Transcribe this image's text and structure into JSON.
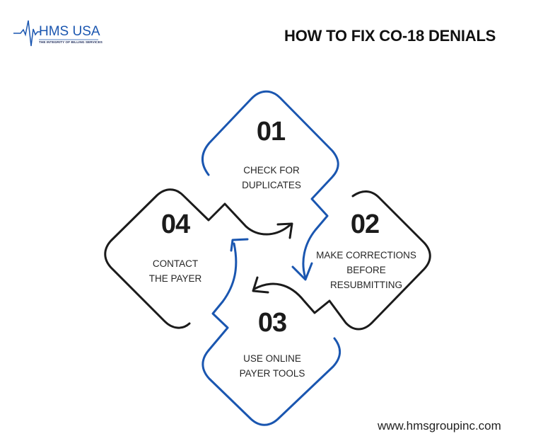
{
  "logo": {
    "name": "HMS USA",
    "tagline": "THE INTEGRITY OF BILLING SERVICES",
    "icon": "heartbeat-line-icon",
    "color": "#1a56b0"
  },
  "header": {
    "title": "HOW TO FIX CO-18 DENIALS"
  },
  "colors": {
    "blue": "#1a56b0",
    "black": "#1b1b1b"
  },
  "steps": [
    {
      "number": "01",
      "text_line1": "CHECK FOR",
      "text_line2": "DUPLICATES",
      "outline_color": "#1a56b0"
    },
    {
      "number": "02",
      "text_line1": "MAKE CORRECTIONS",
      "text_line2": "BEFORE",
      "text_line3": "RESUBMITTING",
      "outline_color": "#1b1b1b"
    },
    {
      "number": "03",
      "text_line1": "USE ONLINE",
      "text_line2": "PAYER TOOLS",
      "outline_color": "#1a56b0"
    },
    {
      "number": "04",
      "text_line1": "CONTACT",
      "text_line2": "THE PAYER",
      "outline_color": "#1b1b1b"
    }
  ],
  "footer": {
    "url": "www.hmsgroupinc.com"
  }
}
